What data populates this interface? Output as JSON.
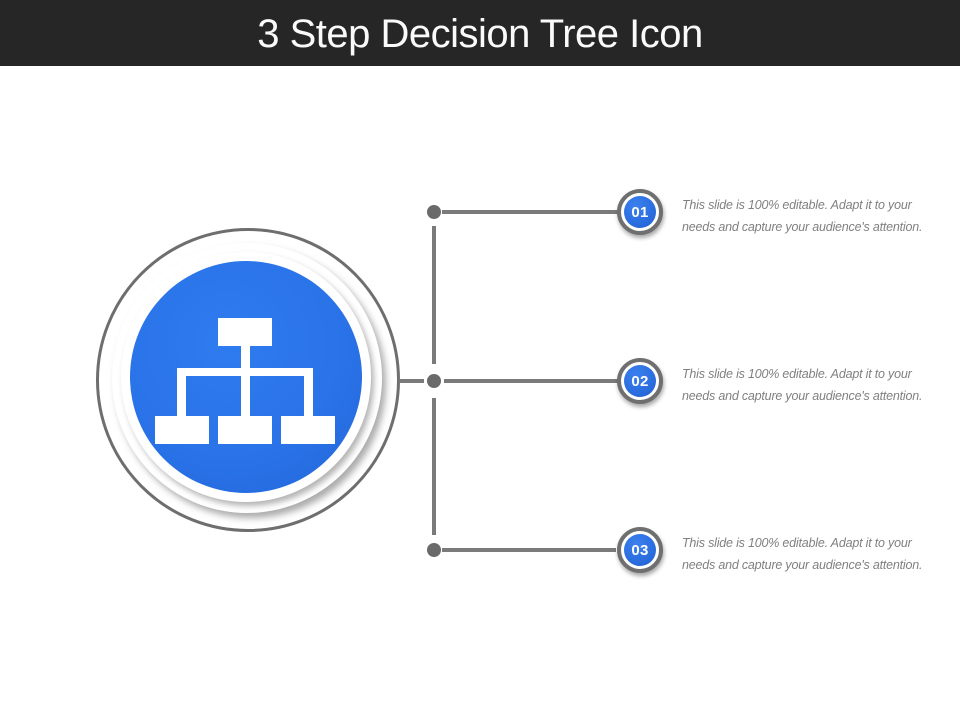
{
  "header": {
    "title": "3 Step Decision Tree Icon",
    "bg_color": "#262626",
    "title_color": "#FAFAFA"
  },
  "main_graphic": {
    "icon": "sitemap-icon",
    "circle_color": "#2A73E8",
    "ring_color": "#6E6E6E",
    "glyph_color": "#FFFFFF"
  },
  "connectors": {
    "line_color": "#7A7A7A",
    "dot_color": "#6A6A6A"
  },
  "steps": [
    {
      "number": "01",
      "badge_color": "#2C6FE0",
      "lines": [
        "This slide is 100% editable. Adapt it to your",
        "needs and capture your audience's attention."
      ]
    },
    {
      "number": "02",
      "badge_color": "#2C6FE0",
      "lines": [
        "This slide is 100% editable. Adapt it to your",
        "needs and capture your audience's attention."
      ]
    },
    {
      "number": "03",
      "badge_color": "#2C6FE0",
      "lines": [
        "This slide is 100% editable. Adapt it to your",
        "needs and capture your audience's attention."
      ]
    }
  ],
  "text_color": "#808080"
}
